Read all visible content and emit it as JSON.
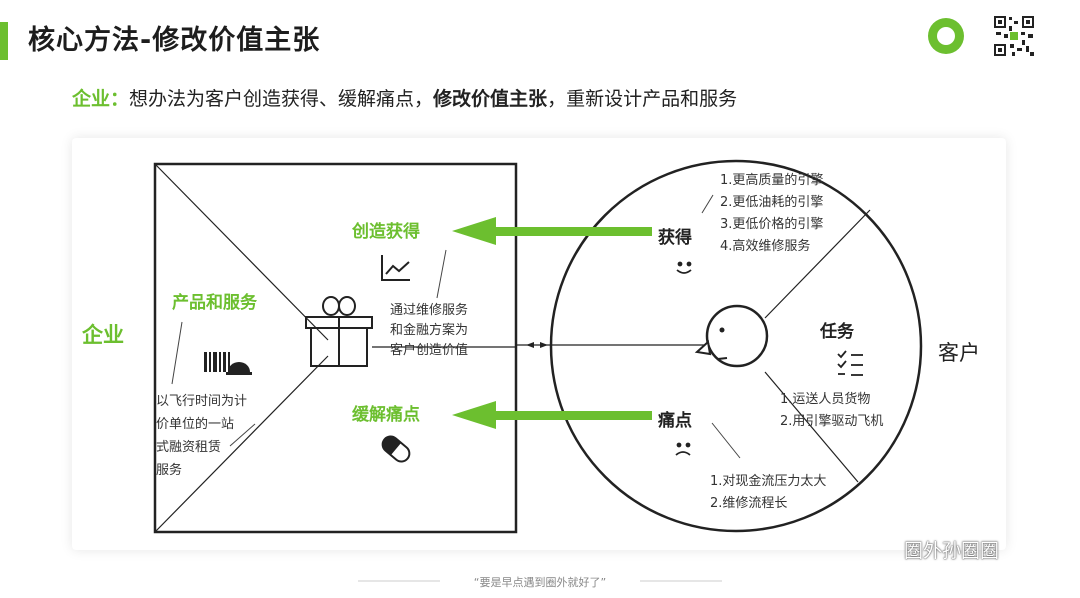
{
  "header": {
    "title": "核心方法-修改价值主张",
    "accent_color": "#6cbf2f",
    "logo_icon": "q-logo-icon",
    "qr_icon": "qr-code-icon"
  },
  "subtitle": {
    "prefix": "企业",
    "colon": "：",
    "part1": "想办法为客户创造获得、缓解痛点，",
    "bold": "修改价值主张",
    "part2": "，重新设计产品和服务"
  },
  "left_side": {
    "label": "企业",
    "gain_creators": "创造获得",
    "pain_relievers": "缓解痛点",
    "products_services": "产品和服务",
    "center_note": [
      "通过维修服务",
      "和金融方案为",
      "客户创造价值"
    ],
    "product_desc": [
      "以飞行时间为计",
      "价单位的一站",
      "式融资租赁",
      "服务"
    ]
  },
  "right_side": {
    "label": "客户",
    "gains_title": "获得",
    "gains": [
      "1.更高质量的引擎",
      "2.更低油耗的引擎",
      "3.更低价格的引擎",
      "4.高效维修服务"
    ],
    "jobs_title": "任务",
    "jobs": [
      "1.运送人员货物",
      "2.用引擎驱动飞机"
    ],
    "pains_title": "痛点",
    "pains": [
      "1.对现金流压力太大",
      "2.维修流程长"
    ]
  },
  "footer": {
    "quote": "“要是早点遇到圈外就好了”",
    "watermark": "圈外孙圈圈"
  }
}
